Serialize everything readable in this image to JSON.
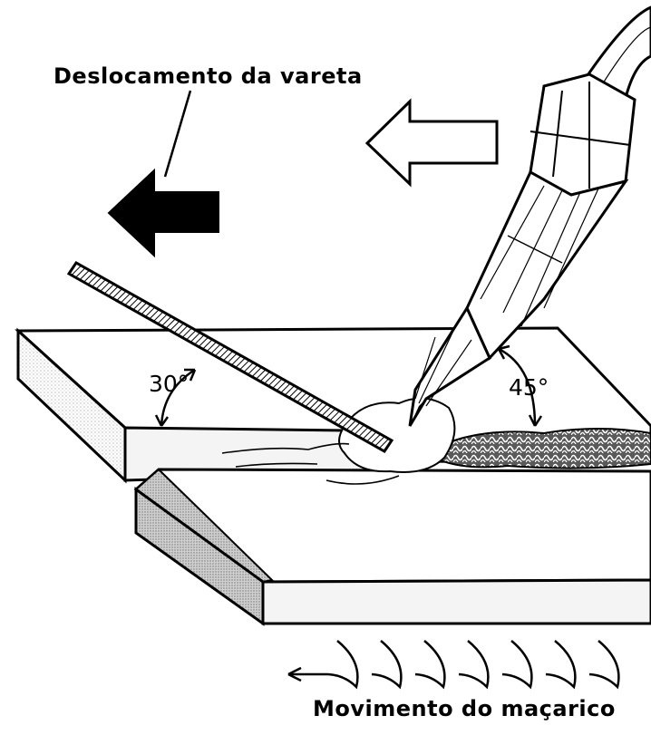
{
  "labels": {
    "rod_displacement": "Deslocamento da vareta",
    "rod_angle": "30°",
    "torch_angle": "45°",
    "torch_movement": "Movimento do maçarico"
  },
  "colors": {
    "ink": "#000000",
    "paper": "#ffffff",
    "shading": "#d9d9d9"
  }
}
